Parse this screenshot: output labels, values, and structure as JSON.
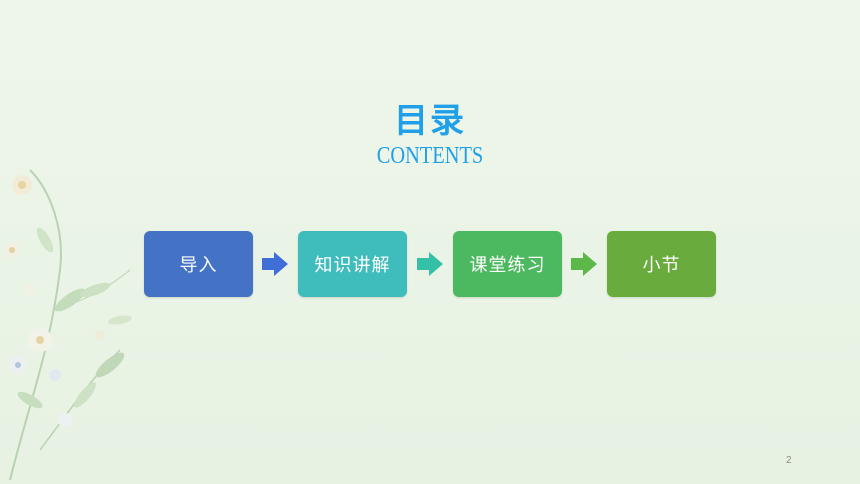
{
  "slide": {
    "title": "目录",
    "subtitle": "CONTENTS",
    "steps": [
      {
        "label": "导入",
        "color": "#4472c4"
      },
      {
        "label": "知识讲解",
        "color": "#3fbcbc"
      },
      {
        "label": "课堂练习",
        "color": "#4cb85f"
      },
      {
        "label": "小节",
        "color": "#6aab3d"
      }
    ],
    "arrow_colors": [
      "#3f6ed8",
      "#35c0a8",
      "#5cb848"
    ],
    "page_number": "2",
    "accent_color": "#1fa0e8"
  }
}
